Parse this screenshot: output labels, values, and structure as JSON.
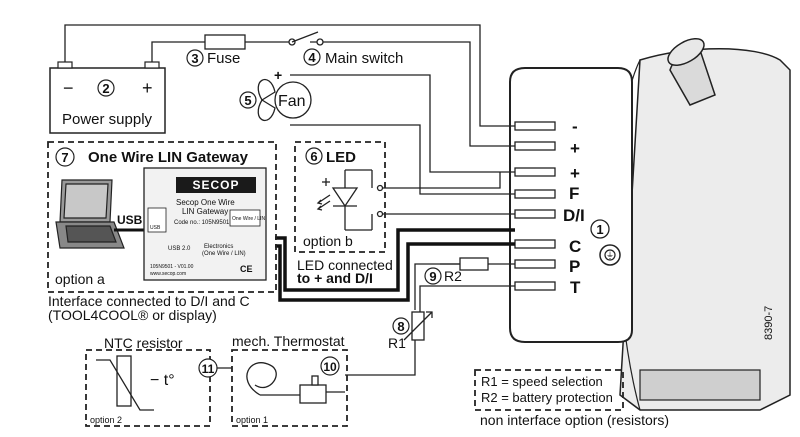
{
  "components": {
    "power_supply": {
      "num": "2",
      "label": "Power supply",
      "minus": "−",
      "plus": "+"
    },
    "fuse": {
      "num": "3",
      "label": "Fuse"
    },
    "main_switch": {
      "num": "4",
      "label": "Main switch"
    },
    "fan": {
      "num": "5",
      "label": "Fan",
      "plus": "+"
    },
    "led": {
      "num": "6",
      "label": "LED",
      "option": "option b",
      "note_line1": "LED connected",
      "note_line2": "to + and D/I"
    },
    "gateway": {
      "num": "7",
      "title": "One Wire LIN Gateway",
      "option": "option a",
      "usb": "USB",
      "brand": "SECOP",
      "product_line1": "Secop One Wire",
      "product_line2": "LIN Gateway",
      "code": "Code no.: 105N9501",
      "port_label": "One Wire / LIN",
      "usb_line": "USB 2.0",
      "electronics_line1": "Electronics",
      "electronics_line2": "(One Wire / LIN)",
      "serial": "105N9501 - V01.00",
      "url": "www.secop.com",
      "small_usb": "USB",
      "ce": "CE",
      "interface_line1": "Interface connected to D/I and C",
      "interface_line2": "(TOOL4COOL® or display)"
    },
    "ntc": {
      "num": "11",
      "label": "NTC resistor",
      "symbol": "− t°",
      "option": "option 2"
    },
    "thermostat": {
      "num": "10",
      "label": "mech. Thermostat",
      "option": "option 1"
    },
    "r1": {
      "num": "8",
      "label": "R1"
    },
    "r2": {
      "num": "9",
      "label": "R2"
    },
    "compressor": {
      "num": "1"
    }
  },
  "terminals": [
    "-",
    "+",
    "+",
    "F",
    "D/I",
    "C",
    "P",
    "T"
  ],
  "legend": {
    "line1": "R1 = speed selection",
    "line2": "R2 = battery protection",
    "caption": "non interface option (resistors)"
  },
  "drawing_number": "8390-7"
}
